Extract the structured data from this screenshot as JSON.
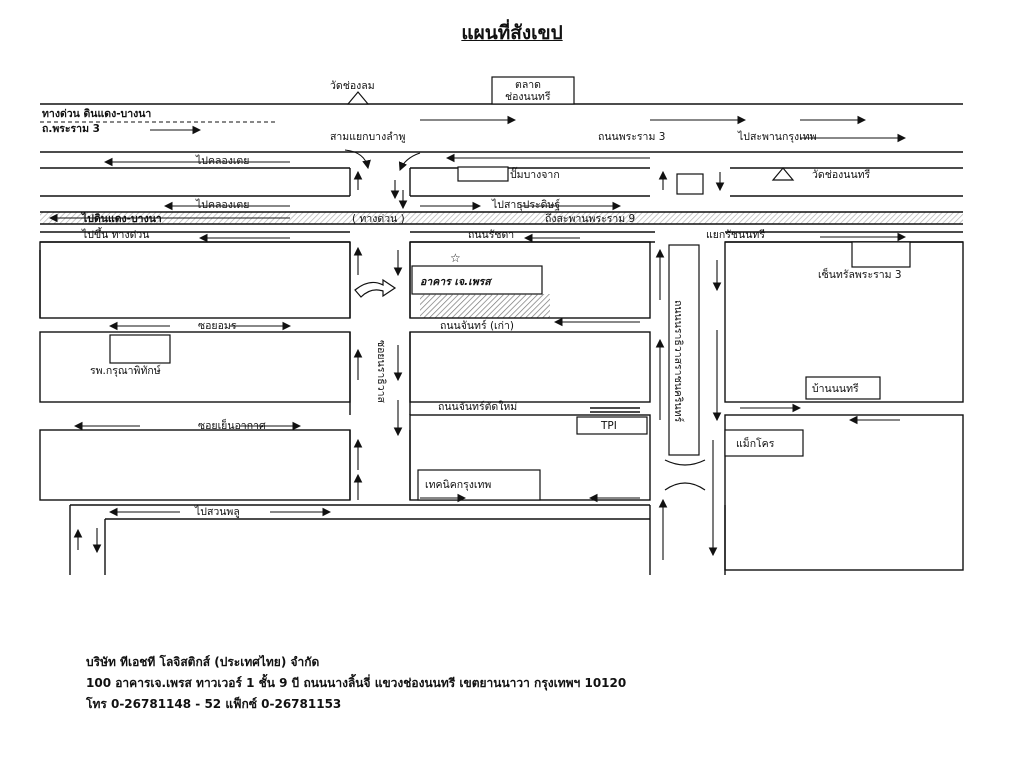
{
  "title": "แผนที่สังเขป",
  "labels": {
    "wat_chong_lom": "วัดช่องลม",
    "talad_chong_nonsi": "ตลาด",
    "talad_chong_nonsi_2": "ช่องนนทรี",
    "expressway_din_daeng": "ทางด่วน ดินแดง-บางนา",
    "rama3_road_side": "ถ.พระราม 3",
    "sam_yaek_bang_lamphu": "สามแยกบางลำพู",
    "thanon_rama3": "ถนนพระราม 3",
    "pai_saphan": "ไปสะพานกรุงเทพ",
    "pai_klong_toey_1": "ไปคลองเตย",
    "pam_bangchak": "ปั๊มบางจาก",
    "wat_chong_nonsi": "วัดช่องนนทรี",
    "pai_klong_toey_2": "ไปคลองเตย",
    "pai_satupradit": "ไปสาธุประดิษฐ์",
    "pai_din_daeng": "ไปดินแดง-บางนา",
    "thang_duan": "( ทางด่วน )",
    "to_saphan_rama9": "ถึงสะพานพระราม 9",
    "pai_khuen_thang_duan": "ไปขึ้น ทางด่วน",
    "thanon_ratchada": "ถนนรัชดา",
    "yaek_ratchanonsi": "แยกรัชนนทรี",
    "building_name": "อาคาร เจ.เพรส",
    "central_rama3": "เซ็นทรัลพระราม 3",
    "soi_yom": "ซอยอมร",
    "thanon_chan_old": "ถนนจันทร์ (เก่า)",
    "vertical_road": "ถนนนราธิวาสราชนครินทร์",
    "soi_vertical_left": "ซอยนราธิวาส",
    "rp_karun": "รพ.กรุณาพิทักษ์",
    "ban_nonsi": "บ้านนนทรี",
    "thanon_chan_new": "ถนนจันทร์ตัดใหม่",
    "soi_yen_akat": "ซอยเย็นอากาศ",
    "tpi": "TPI",
    "makro": "แม็กโคร",
    "technic_bkk": "เทคนิคกรุงเทพ",
    "pai_suan_phlu": "ไปสวนพลู"
  },
  "footer": {
    "company": "บริษัท ทีเอชที โลจิสติกส์ (ประเทศไทย) จำกัด",
    "address": "100 อาคารเจ.เพรส ทาวเวอร์ 1 ชั้น 9 บี ถนนนางลิ้นจี่ แขวงช่องนนทรี เขตยานนาวา กรุงเทพฯ 10120",
    "contact": "โทร 0-26781148 - 52   แฟ็กซ์ 0-26781153"
  }
}
